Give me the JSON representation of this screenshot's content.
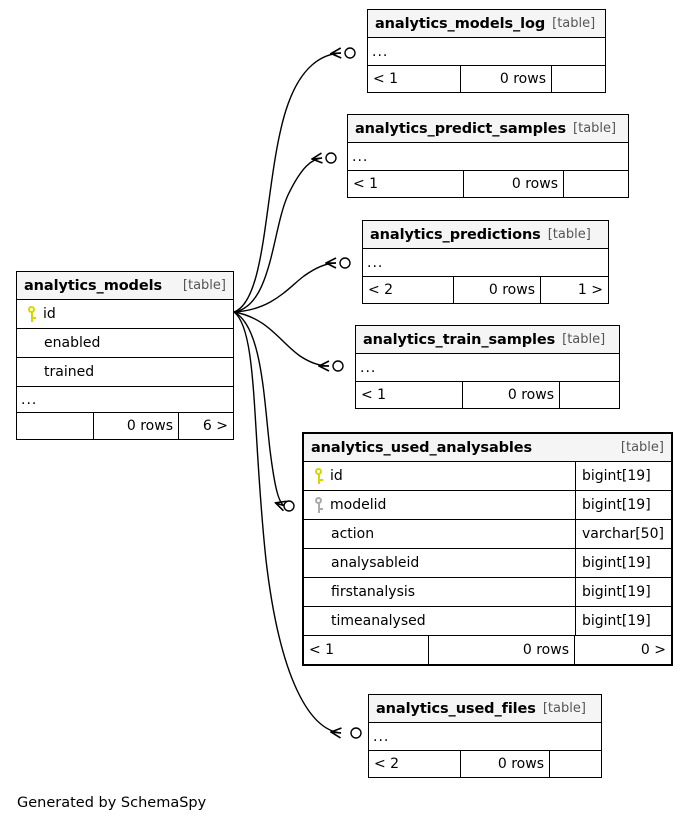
{
  "diagram": {
    "generator_text": "Generated by SchemaSpy",
    "kind_label": "[table]",
    "ellipsis": "...",
    "rows_label": "0 rows",
    "colors": {
      "primary_key": "#d7d700",
      "foreign_key": "#aaaaaa",
      "header_fill": "#f5f5f5",
      "border": "#000000",
      "background": "#ffffff"
    }
  },
  "tables": {
    "analytics_models": {
      "name": "analytics_models",
      "kind": "[table]",
      "columns": [
        {
          "name": "id",
          "key": "primary"
        },
        {
          "name": "enabled",
          "key": "none"
        },
        {
          "name": "trained",
          "key": "none"
        }
      ],
      "more_indicator": "...",
      "footer": {
        "left": "",
        "middle": "0 rows",
        "right": "6 >"
      }
    },
    "analytics_models_log": {
      "name": "analytics_models_log",
      "kind": "[table]",
      "more_indicator": "...",
      "footer": {
        "left": "< 1",
        "middle": "0 rows",
        "right": ""
      }
    },
    "analytics_predict_samples": {
      "name": "analytics_predict_samples",
      "kind": "[table]",
      "more_indicator": "...",
      "footer": {
        "left": "< 1",
        "middle": "0 rows",
        "right": ""
      }
    },
    "analytics_predictions": {
      "name": "analytics_predictions",
      "kind": "[table]",
      "more_indicator": "...",
      "footer": {
        "left": "< 2",
        "middle": "0 rows",
        "right": "1 >"
      }
    },
    "analytics_train_samples": {
      "name": "analytics_train_samples",
      "kind": "[table]",
      "more_indicator": "...",
      "footer": {
        "left": "< 1",
        "middle": "0 rows",
        "right": ""
      }
    },
    "analytics_used_analysables": {
      "name": "analytics_used_analysables",
      "kind": "[table]",
      "columns": [
        {
          "name": "id",
          "type": "bigint[19]",
          "key": "primary"
        },
        {
          "name": "modelid",
          "type": "bigint[19]",
          "key": "foreign"
        },
        {
          "name": "action",
          "type": "varchar[50]",
          "key": "none"
        },
        {
          "name": "analysableid",
          "type": "bigint[19]",
          "key": "none"
        },
        {
          "name": "firstanalysis",
          "type": "bigint[19]",
          "key": "none"
        },
        {
          "name": "timeanalysed",
          "type": "bigint[19]",
          "key": "none"
        }
      ],
      "footer": {
        "left": "< 1",
        "middle": "0 rows",
        "right": "0 >"
      }
    },
    "analytics_used_files": {
      "name": "analytics_used_files",
      "kind": "[table]",
      "more_indicator": "...",
      "footer": {
        "left": "< 2",
        "middle": "0 rows",
        "right": ""
      }
    }
  },
  "relationships": [
    {
      "from": "analytics_models",
      "to": "analytics_models_log"
    },
    {
      "from": "analytics_models",
      "to": "analytics_predict_samples"
    },
    {
      "from": "analytics_models",
      "to": "analytics_predictions"
    },
    {
      "from": "analytics_models",
      "to": "analytics_train_samples"
    },
    {
      "from": "analytics_models",
      "to": "analytics_used_analysables"
    },
    {
      "from": "analytics_models",
      "to": "analytics_used_files"
    }
  ]
}
